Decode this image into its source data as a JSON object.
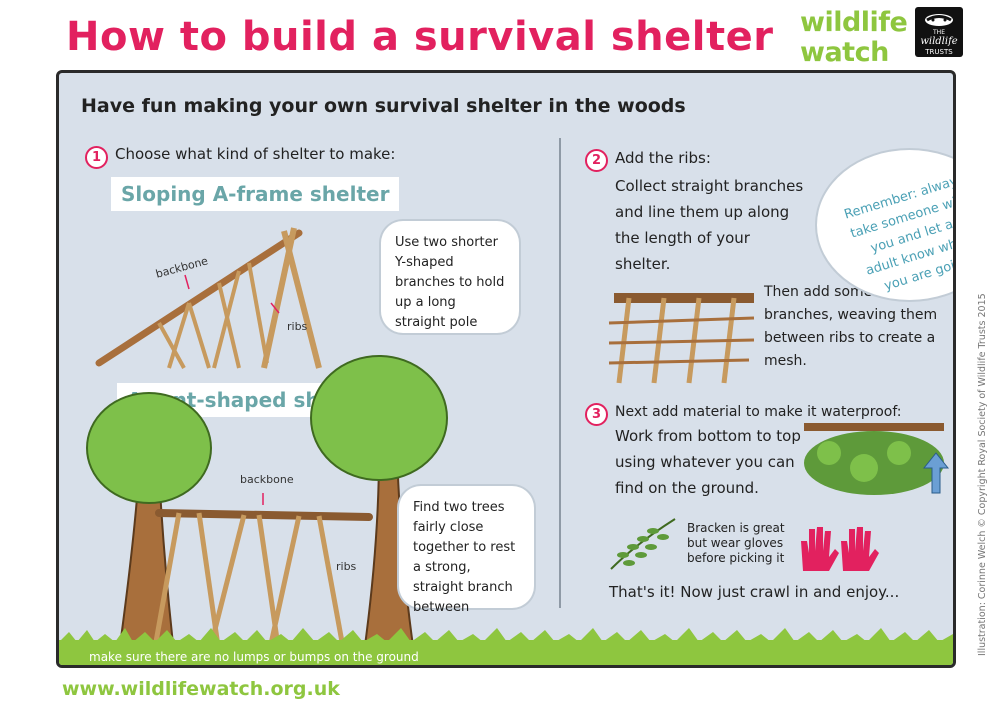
{
  "title": "How to build a survival shelter",
  "logos": {
    "wildlife_watch_line1": "wildlife",
    "wildlife_watch_line2": "watch",
    "trusts_line1": "THE",
    "trusts_line2": "wildlife",
    "trusts_line3": "TRUSTS"
  },
  "subtitle": "Have fun making your own survival shelter in the woods",
  "remember": "Remember: always take someone with you and let an adult know where you are going",
  "step1": {
    "number": "1",
    "heading": "Choose what kind of shelter to make:",
    "aframe_title": "Sloping A-frame shelter",
    "aframe_bubble": "Use two shorter Y-shaped branches to hold up a long straight pole",
    "aframe_backbone": "backbone",
    "aframe_ribs": "ribs",
    "tent_title": "A tent-shaped shelter",
    "tent_bubble": "Find two trees fairly close together to rest a strong, straight branch between",
    "tent_backbone": "backbone",
    "tent_ribs": "ribs"
  },
  "step2": {
    "number": "2",
    "heading": "Add the ribs:",
    "body": "Collect straight branches and line them up along the length of your shelter.",
    "mesh": "Then add some twiggy branches, weaving them between ribs to create a mesh."
  },
  "step3": {
    "number": "3",
    "heading": "Next add material to make it waterproof:",
    "body": "Work from bottom to top using whatever you can find on the ground.",
    "bracken": "Bracken is great but wear gloves before picking it",
    "finish": "That's it! Now just crawl in and enjoy..."
  },
  "ground_note": "make sure there are no lumps or bumps on the ground",
  "url": "www.wildlifewatch.org.uk",
  "credit": "Illustration: Corinne Welch © Copyright Royal Society of Wildlife Trusts 2015",
  "colors": {
    "title_pink": "#e2215f",
    "brand_green": "#8ec63f",
    "panel_blue": "#d8e0ea",
    "tag_teal": "#6aa6a8",
    "wood_brown": "#a86f3c"
  }
}
